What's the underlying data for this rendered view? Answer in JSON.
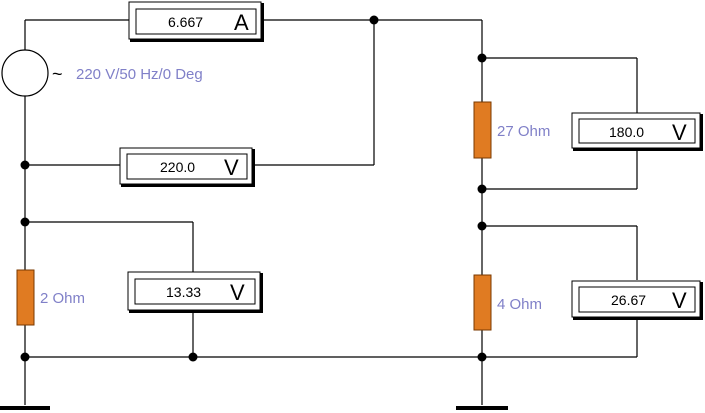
{
  "source": {
    "label": "220 V/50 Hz/0 Deg",
    "symbol": "~"
  },
  "ammeter": {
    "value": "6.667",
    "unit": "A"
  },
  "voltmeters": {
    "supply": {
      "value": "220.0",
      "unit": "V"
    },
    "r2": {
      "value": "13.33",
      "unit": "V"
    },
    "r27": {
      "value": "180.0",
      "unit": "V"
    },
    "r4": {
      "value": "26.67",
      "unit": "V"
    }
  },
  "resistors": {
    "r2": "2  Ohm",
    "r27": "27  Ohm",
    "r4": "4  Ohm"
  },
  "colors": {
    "resistor": "#e07b22",
    "label": "#8080c8"
  }
}
